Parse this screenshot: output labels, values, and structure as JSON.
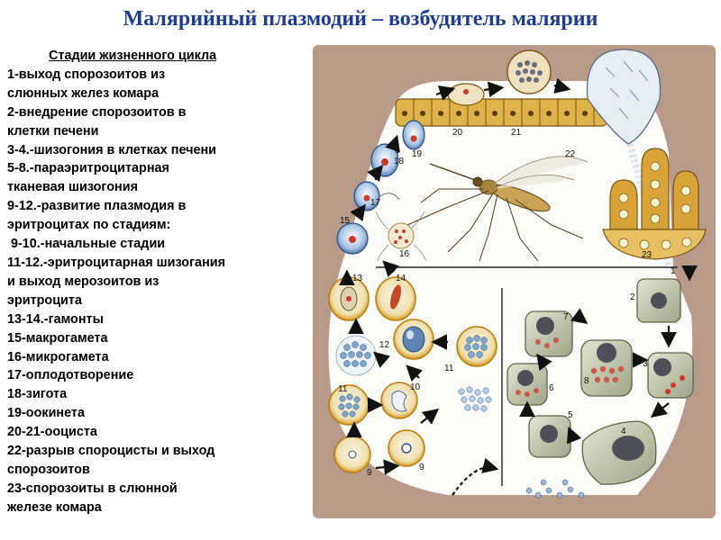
{
  "title": "Малярийный плазмодий – возбудитель малярии",
  "legend": {
    "heading": "Стадии жизненного цикла",
    "lines": [
      "1-выход спорозоитов из",
      "слюнных желез комара",
      "2-внедрение спорозоитов в",
      "клетки печени",
      "3-4.-шизогония в клетках печени",
      "5-8.-параэритроцитарная",
      "тканевая шизогония",
      "9-12.-развитие плазмодия в",
      "эритроцитах по стадиям:",
      " 9-10.-начальные стадии",
      "11-12.-эритроцитарная шизогания",
      "и выход мерозоитов из",
      "эритроцита",
      "13-14.-гамонты",
      "15-макрогамета",
      "16-микрогамета",
      "17-оплодотворение",
      "18-зигота",
      "19-оокинета",
      "20-21-ооциста",
      "22-разрыв спороцисты и выход",
      "спорозоитов",
      "23-спорозоиты в слюнной",
      "железе комара"
    ]
  },
  "diagram": {
    "stage_numbers": [
      "1",
      "2",
      "3",
      "4",
      "5",
      "6",
      "7",
      "8",
      "9",
      "9",
      "10",
      "11",
      "11",
      "12",
      "13",
      "14",
      "15",
      "16",
      "17",
      "18",
      "19",
      "20",
      "21",
      "22",
      "23"
    ],
    "colors": {
      "background": "#b89a8b",
      "loop": "#ffffff",
      "hepatocyte": "#c9cdb4",
      "nucleus": "#4a4a55",
      "rbc_rim": "#d9a020",
      "rbc_fill": "#f3e9c6",
      "gland": "#d8a43a",
      "sporozoite": "#dde6ee",
      "arrow": "#111111"
    }
  }
}
